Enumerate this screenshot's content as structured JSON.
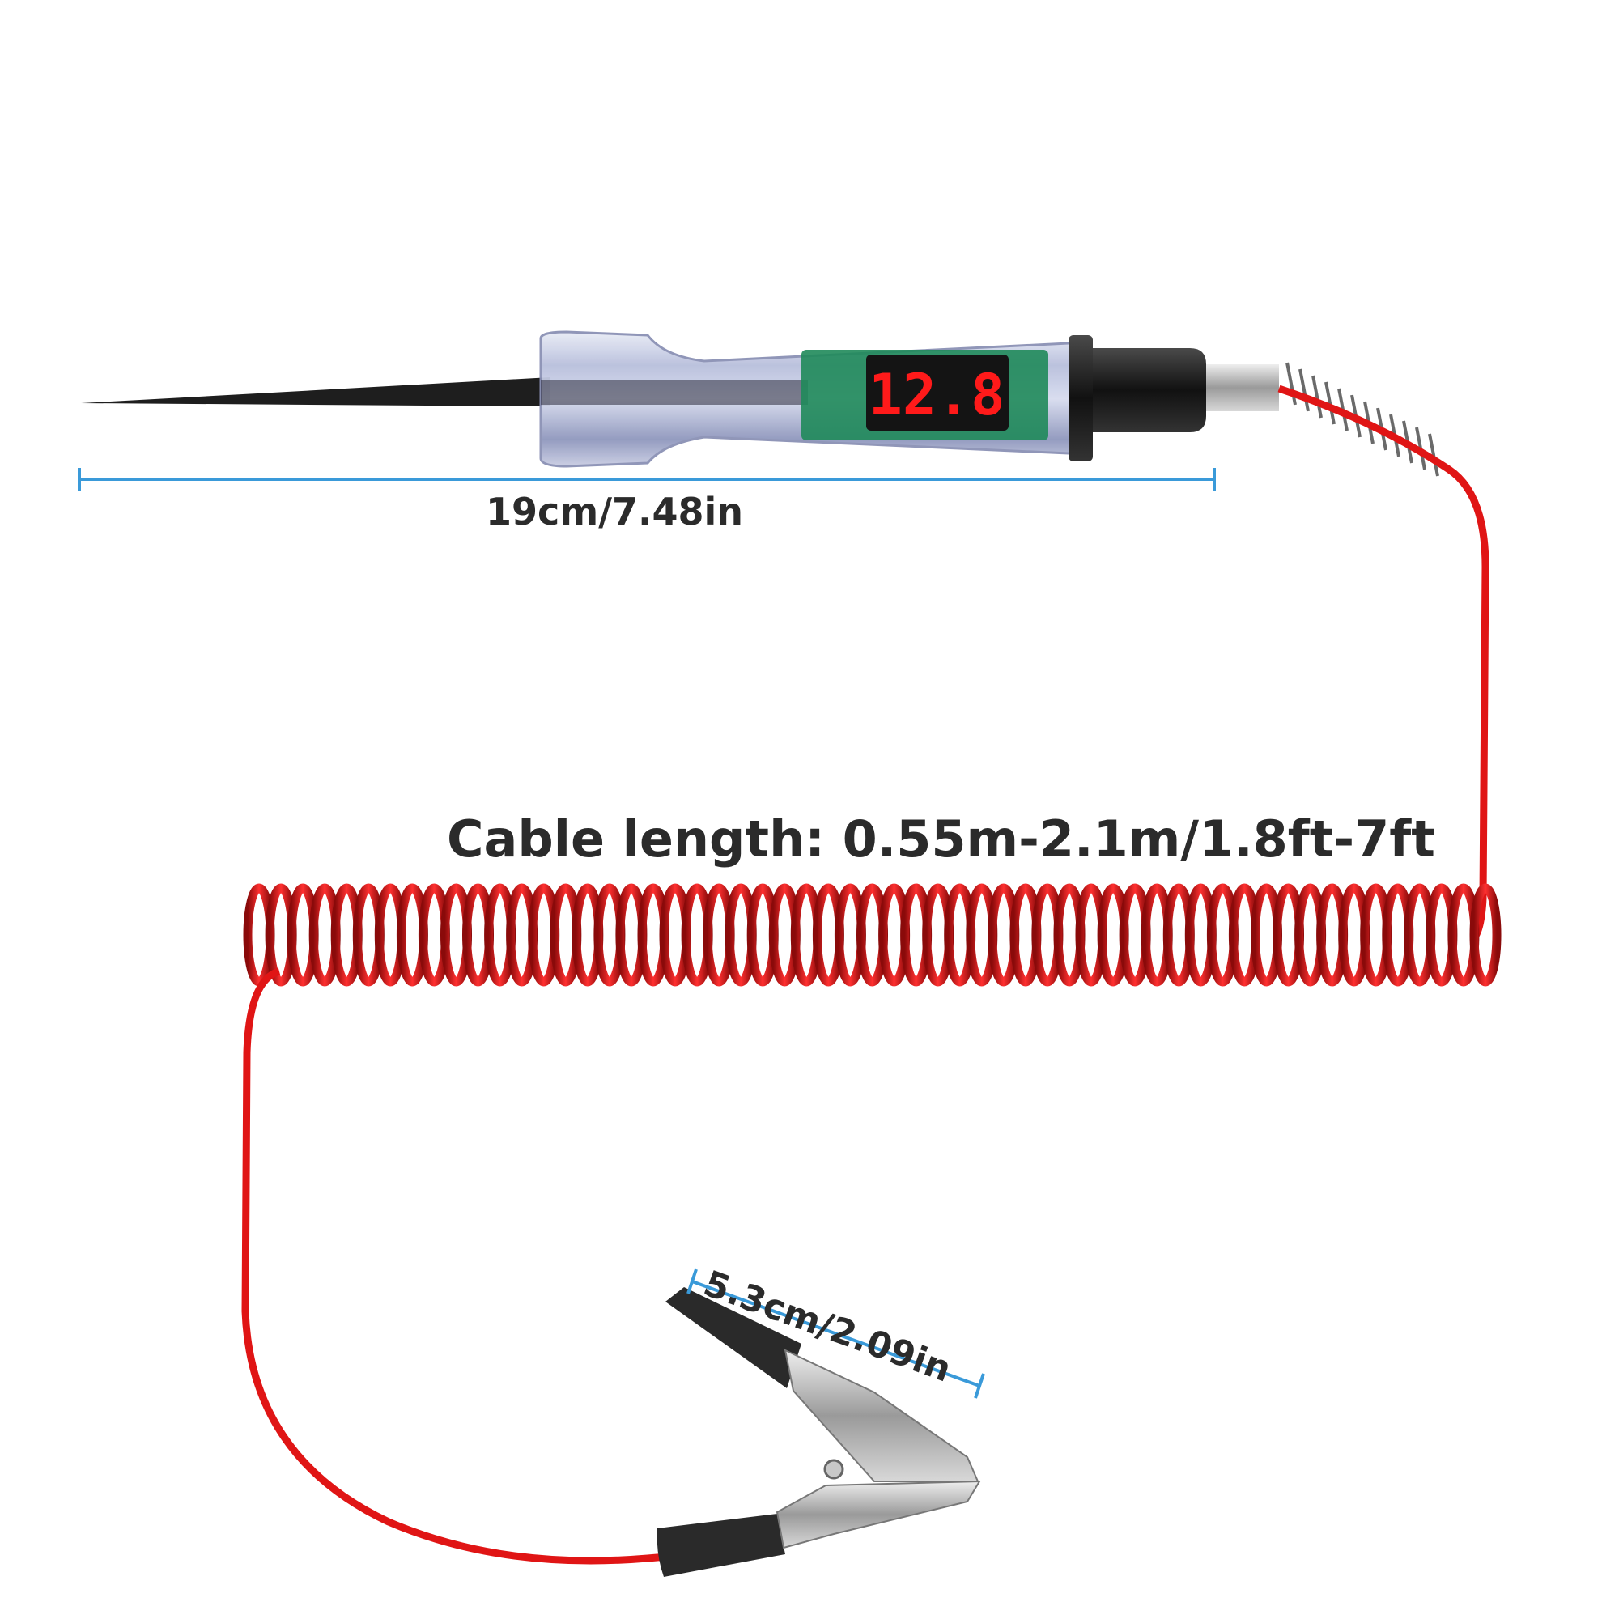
{
  "product": {
    "display_reading": "12.8",
    "colors": {
      "cable": "#e01515",
      "dimension_line": "#3a9ad9",
      "probe_tip": "#222222",
      "display_digits": "#ff1a1a",
      "pcb": "#1f8a5a"
    }
  },
  "dimensions": {
    "pen_length": "19cm/7.48in",
    "cable_length": "Cable length: 0.55m-2.1m/1.8ft-7ft",
    "clip_length": "5.3cm/2.09in"
  },
  "icons": [
    "probe-pen-icon",
    "coiled-cable-icon",
    "alligator-clip-icon",
    "led-display-icon"
  ]
}
